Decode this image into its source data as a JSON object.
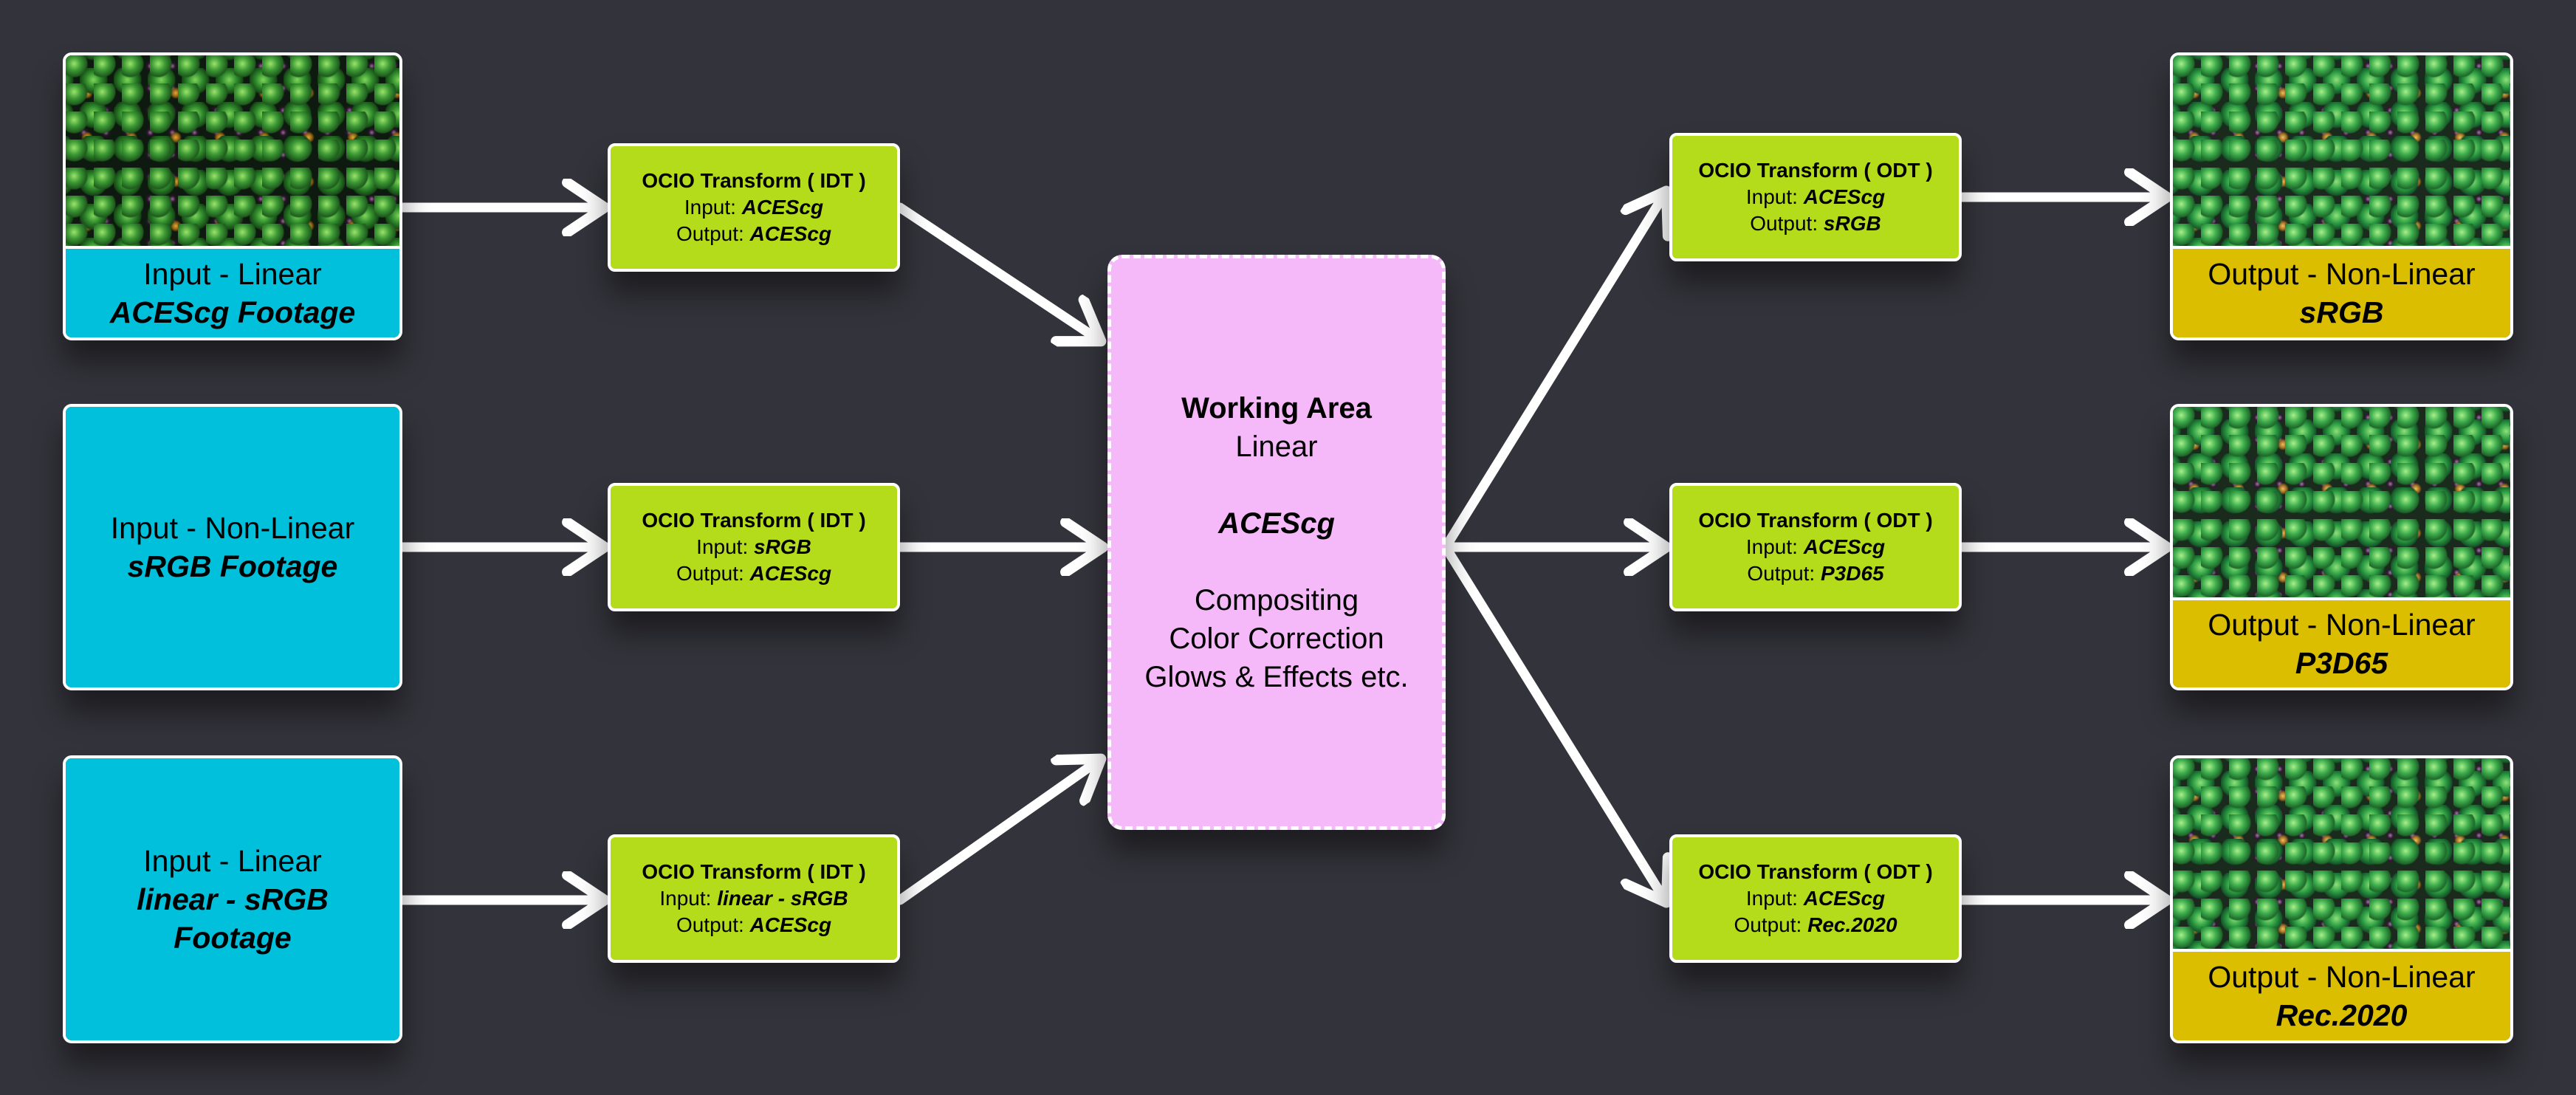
{
  "inputs": [
    {
      "line1": "Input - Linear",
      "line2": "ACEScg Footage",
      "has_image": true
    },
    {
      "line1": "Input - Non-Linear",
      "line2": "sRGB Footage",
      "has_image": false
    },
    {
      "line1": "Input - Linear",
      "line2": "linear - sRGB",
      "line3": "Footage",
      "has_image": false
    }
  ],
  "idt": [
    {
      "title": "OCIO Transform ( IDT )",
      "input_label": "Input:",
      "input": "ACEScg",
      "output_label": "Output:",
      "output": "ACEScg"
    },
    {
      "title": "OCIO Transform ( IDT )",
      "input_label": "Input:",
      "input": "sRGB",
      "output_label": "Output:",
      "output": "ACEScg"
    },
    {
      "title": "OCIO Transform ( IDT )",
      "input_label": "Input:",
      "input": "linear - sRGB",
      "output_label": "Output:",
      "output": "ACEScg"
    }
  ],
  "working": {
    "title": "Working Area",
    "subtitle": "Linear",
    "space": "ACEScg",
    "tasks": [
      "Compositing",
      "Color Correction",
      "Glows & Effects etc."
    ]
  },
  "odt": [
    {
      "title": "OCIO Transform ( ODT )",
      "input_label": "Input:",
      "input": "ACEScg",
      "output_label": "Output:",
      "output": "sRGB"
    },
    {
      "title": "OCIO Transform ( ODT )",
      "input_label": "Input:",
      "input": "ACEScg",
      "output_label": "Output:",
      "output": "P3D65"
    },
    {
      "title": "OCIO Transform ( ODT )",
      "input_label": "Input:",
      "input": "ACEScg",
      "output_label": "Output:",
      "output": "Rec.2020"
    }
  ],
  "outputs": [
    {
      "line1": "Output - Non-Linear",
      "line2": "sRGB"
    },
    {
      "line1": "Output - Non-Linear",
      "line2": "P3D65"
    },
    {
      "line1": "Output - Non-Linear",
      "line2": "Rec.2020"
    }
  ],
  "colors": {
    "background": "#33333b",
    "input": "#00c0dc",
    "transform": "#b4dc1a",
    "working": "#f5b8f8",
    "output": "#dcbe00",
    "arrow": "#ffffff"
  }
}
